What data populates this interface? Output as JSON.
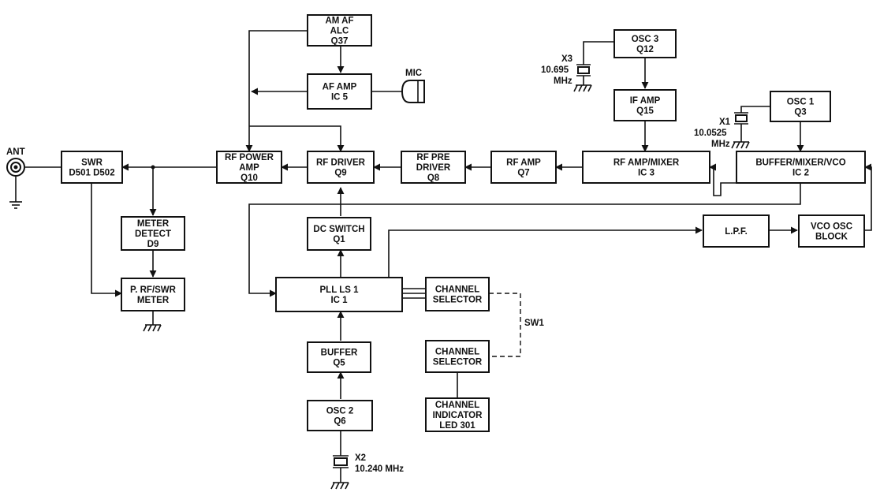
{
  "diagram": {
    "blocks": {
      "am_af": [
        "AM AF",
        "ALC",
        "Q37"
      ],
      "af_amp": [
        "AF AMP",
        "IC 5"
      ],
      "osc3": [
        "OSC 3",
        "Q12"
      ],
      "if_amp": [
        "IF AMP",
        "Q15"
      ],
      "osc1": [
        "OSC 1",
        "Q3"
      ],
      "swr": [
        "SWR",
        "D501 D502"
      ],
      "rf_power": [
        "RF POWER",
        "AMP",
        "Q10"
      ],
      "rf_driver": [
        "RF DRIVER",
        "Q9"
      ],
      "rf_pre": [
        "RF PRE",
        "DRIVER",
        "Q8"
      ],
      "rf_amp": [
        "RF AMP",
        "Q7"
      ],
      "rf_amp_mixer": [
        "RF AMP/MIXER",
        "IC 3"
      ],
      "buffer_mixer_vco": [
        "BUFFER/MIXER/VCO",
        "IC 2"
      ],
      "meter_detect": [
        "METER",
        "DETECT",
        "D9"
      ],
      "dc_switch": [
        "DC SWITCH",
        "Q1"
      ],
      "lpf": [
        "L.P.F."
      ],
      "vco_osc": [
        "VCO OSC",
        "BLOCK"
      ],
      "p_rf_swr": [
        "P. RF/SWR",
        "METER"
      ],
      "pll": [
        "PLL LS 1",
        "IC 1"
      ],
      "ch_sel_1": [
        "CHANNEL",
        "SELECTOR"
      ],
      "ch_sel_2": [
        "CHANNEL",
        "SELECTOR"
      ],
      "buffer": [
        "BUFFER",
        "Q5"
      ],
      "ch_ind": [
        "CHANNEL",
        "INDICATOR",
        "LED 301"
      ],
      "osc2": [
        "OSC 2",
        "Q6"
      ]
    },
    "labels": {
      "ant": "ANT",
      "mic": "MIC",
      "sw1": "SW1",
      "x3": [
        "X3",
        "10.695",
        "MHz"
      ],
      "x1": [
        "X1",
        "10.0525",
        "MHz"
      ],
      "x2": [
        "X2",
        "10.240 MHz"
      ]
    }
  }
}
